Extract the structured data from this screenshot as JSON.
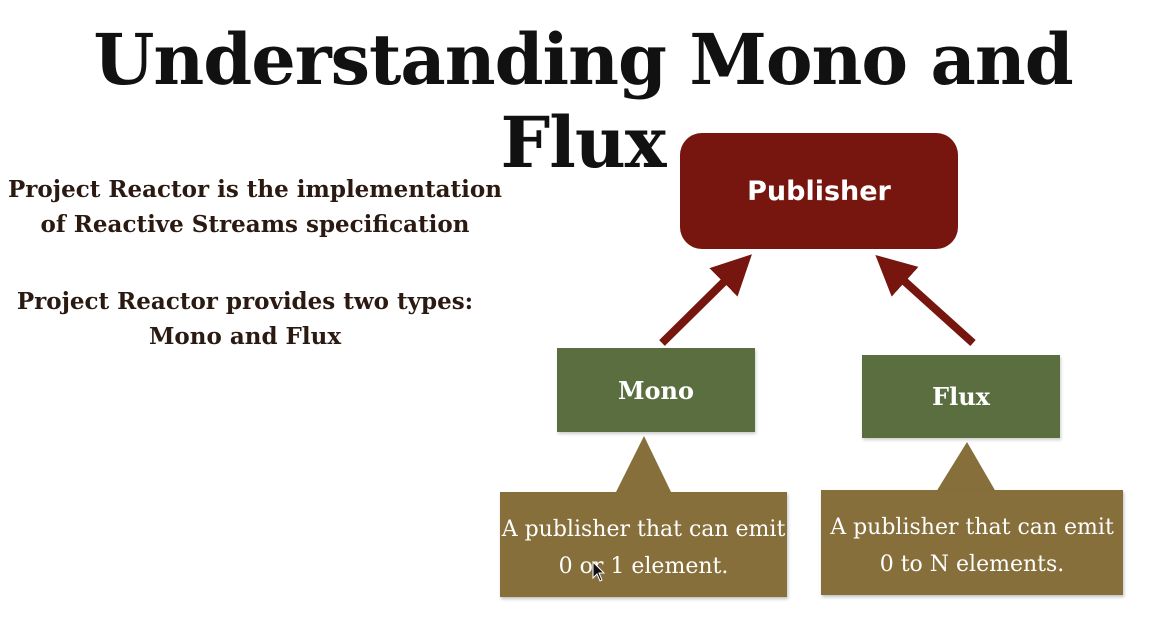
{
  "title": "Understanding Mono and Flux",
  "bullets": [
    "Project Reactor is the implementation of Reactive Streams specification",
    "Project Reactor provides two types: Mono and Flux"
  ],
  "diagram": {
    "publisher": "Publisher",
    "mono": "Mono",
    "flux": "Flux",
    "mono_desc": "A publisher that can emit 0 or 1 element.",
    "flux_desc": "A publisher that can emit 0 to N elements.",
    "colors": {
      "publisher": "#76160e",
      "type_box": "#5a6e40",
      "callout": "#876f3b",
      "arrow": "#76160e"
    }
  }
}
